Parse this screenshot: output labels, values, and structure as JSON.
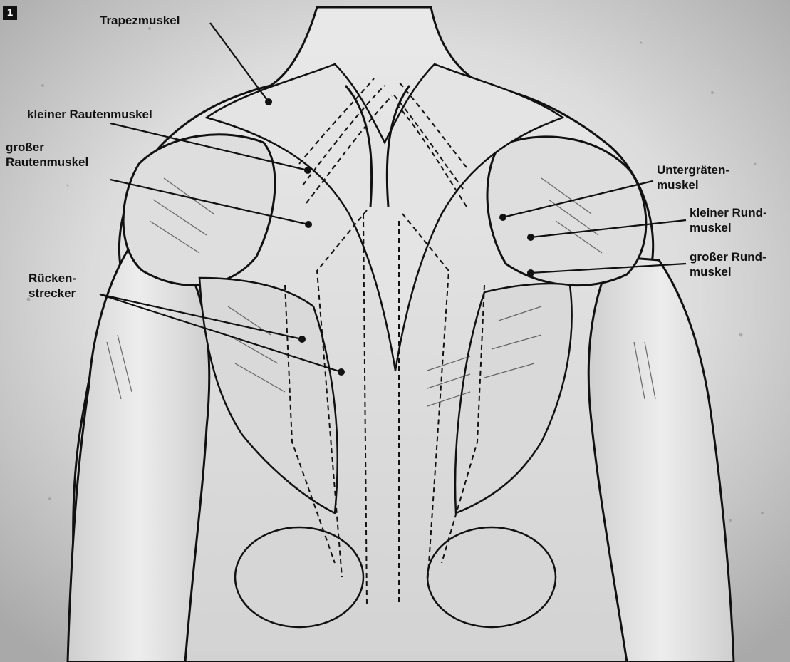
{
  "figure_number": "1",
  "labels": {
    "trapezius": "Trapezmuskel",
    "rhomboid_minor": "kleiner Rautenmuskel",
    "rhomboid_major": "großer\nRautenmuskel",
    "erector_spinae": "Rücken-\nstrecker",
    "infraspinatus": "Untergräten-\nmuskel",
    "teres_minor": "kleiner Rund-\nmuskel",
    "teres_major": "großer Rund-\nmuskel"
  }
}
